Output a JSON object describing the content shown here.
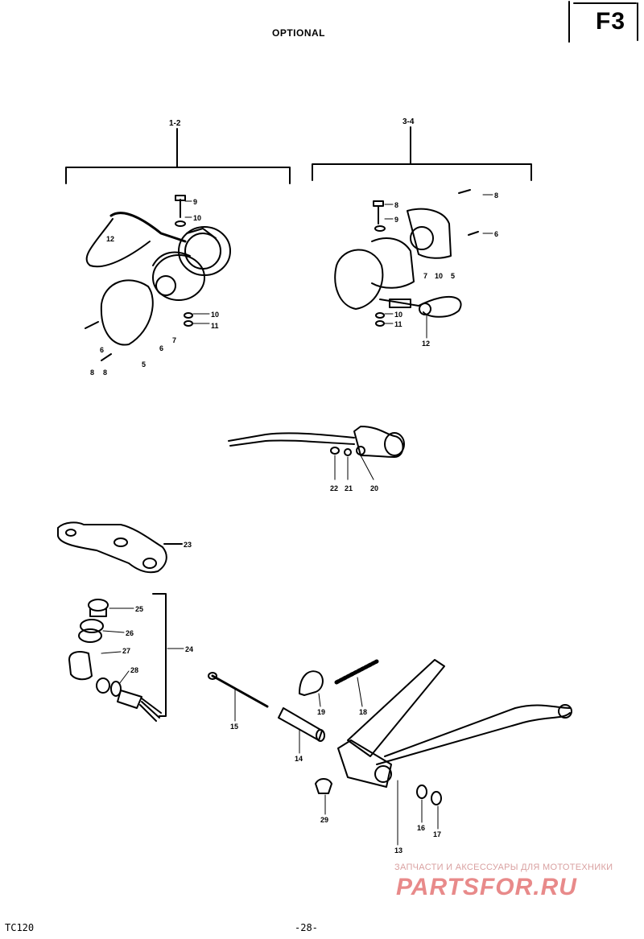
{
  "header": {
    "title": "OPTIONAL",
    "section_code": "F3"
  },
  "footer": {
    "model": "TC120",
    "page_number": "-28-"
  },
  "watermark": {
    "tagline": "ЗАПЧАСТИ И АКСЕССУАРЫ ДЛЯ МОТОТЕХНИКИ",
    "logo": "PARTSFOR.RU"
  },
  "groups": {
    "left": "1-2",
    "right": "3-4"
  },
  "callouts": {
    "c1": "9",
    "c2": "10",
    "c3": "12",
    "c4": "6",
    "c5": "7",
    "c6": "10",
    "c7": "11",
    "c8": "8",
    "c9": "5",
    "c10": "8",
    "c11": "6",
    "c12": "8",
    "c13": "9",
    "c14": "10",
    "c15": "8",
    "c16": "7",
    "c17": "6",
    "c18": "5",
    "c19": "10",
    "c20": "11",
    "c21": "12",
    "c22": "22",
    "c23": "21",
    "c24": "20",
    "c25": "23",
    "c26": "25",
    "c27": "26",
    "c28": "27",
    "c29": "28",
    "c30": "24",
    "c31": "15",
    "c32": "14",
    "c33": "19",
    "c34": "18",
    "c35": "13",
    "c36": "29",
    "c37": "16",
    "c38": "17"
  }
}
